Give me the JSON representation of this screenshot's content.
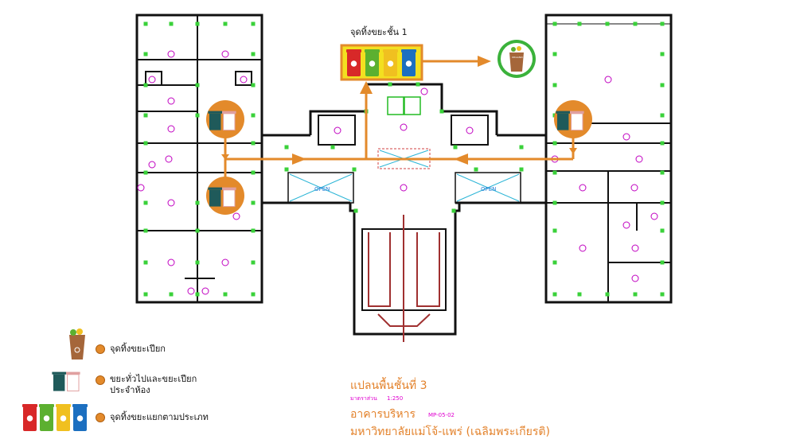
{
  "legend": {
    "wet_waste": "จุดทิ้งขยะเปียก",
    "general_wet_line1": "ขยะทั่วไปและขยะเปียก",
    "general_wet_line2": "ประจำห้อง",
    "sorted_waste": "จุดทิ้งขยะแยกตามประเภท"
  },
  "collection_point_label": "จุดทิ้งขยะชั้น 1",
  "organic_bin_label": "ORGANIC",
  "open_label": "OPEN",
  "title": {
    "plan": "แปลนพื้นชั้นที่ 3",
    "scale_label": "มาตราส่วน",
    "scale_value": "1:250",
    "building": "อาคารบริหาร",
    "code": "MP-05-02",
    "university": "มหาวิทยาลัยแม่โจ้-แพร่ (เฉลิมพระเกียรติ)"
  },
  "colors": {
    "route": "#e38a2b",
    "wall": "#111111",
    "column": "#3ad13a",
    "room_marker": "#c000c0",
    "bin_red": "#d82828",
    "bin_green": "#5cb030",
    "bin_yellow": "#f0c020",
    "bin_blue": "#1c6fc0",
    "trash_dark": "#1f5a5a"
  }
}
